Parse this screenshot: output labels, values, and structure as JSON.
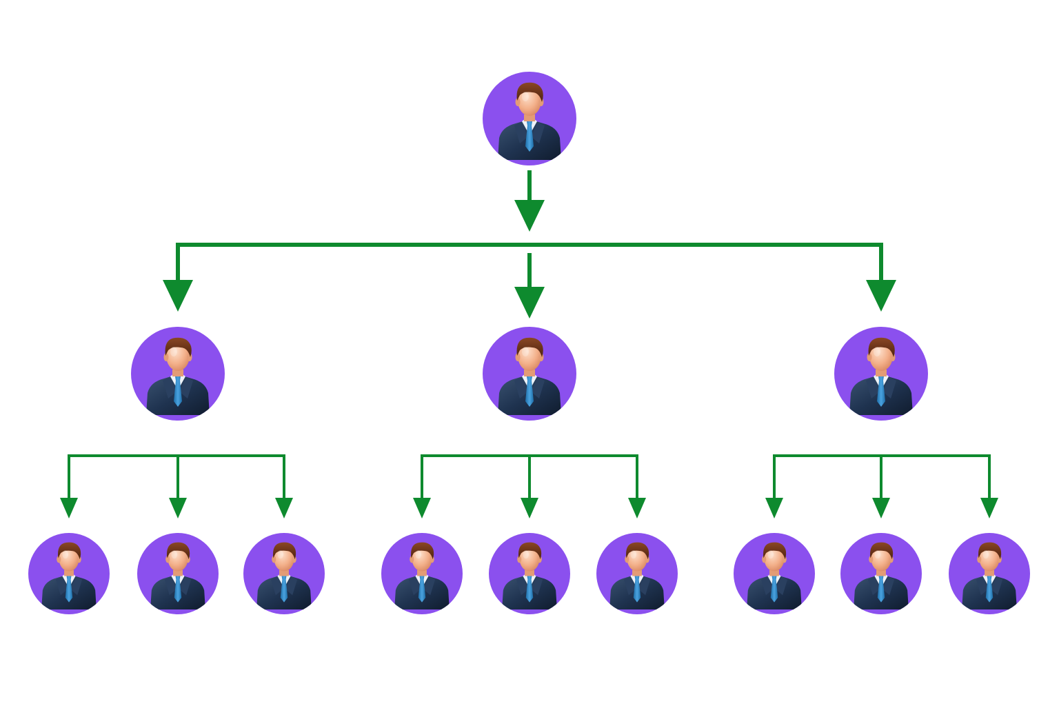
{
  "diagram": {
    "type": "org-chart",
    "levels": 3,
    "node_icon": "businessman-avatar-icon",
    "colors": {
      "node_fill": "#8B50EE",
      "connector": "#0E8A2E",
      "background": "#FFFFFF",
      "suit": "#1F3350",
      "tie": "#2E86C8",
      "hair": "#6E3418",
      "skin": "#F3B08A"
    },
    "nodes": [
      {
        "id": "root",
        "level": 0,
        "parent": null
      },
      {
        "id": "manager-1",
        "level": 1,
        "parent": "root"
      },
      {
        "id": "manager-2",
        "level": 1,
        "parent": "root"
      },
      {
        "id": "manager-3",
        "level": 1,
        "parent": "root"
      },
      {
        "id": "staff-1-1",
        "level": 2,
        "parent": "manager-1"
      },
      {
        "id": "staff-1-2",
        "level": 2,
        "parent": "manager-1"
      },
      {
        "id": "staff-1-3",
        "level": 2,
        "parent": "manager-1"
      },
      {
        "id": "staff-2-1",
        "level": 2,
        "parent": "manager-2"
      },
      {
        "id": "staff-2-2",
        "level": 2,
        "parent": "manager-2"
      },
      {
        "id": "staff-2-3",
        "level": 2,
        "parent": "manager-2"
      },
      {
        "id": "staff-3-1",
        "level": 2,
        "parent": "manager-3"
      },
      {
        "id": "staff-3-2",
        "level": 2,
        "parent": "manager-3"
      },
      {
        "id": "staff-3-3",
        "level": 2,
        "parent": "manager-3"
      }
    ]
  }
}
